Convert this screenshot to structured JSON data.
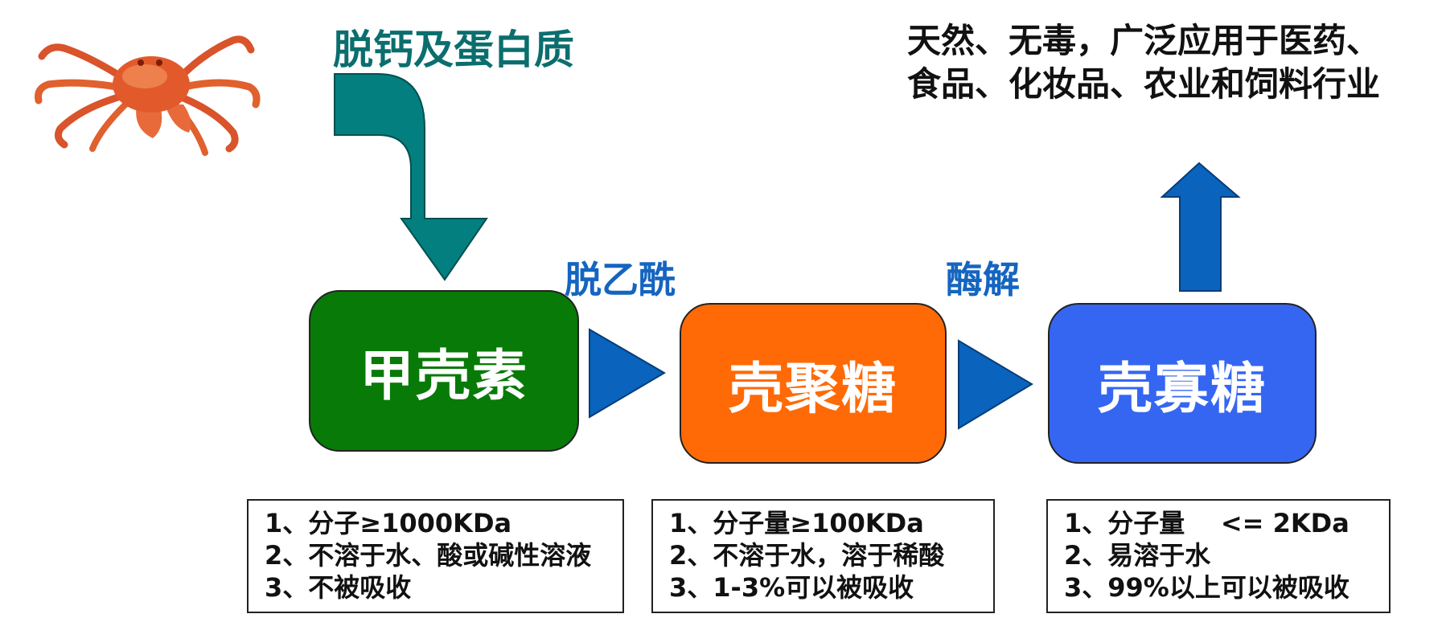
{
  "labels": {
    "decalc": "脱钙及蛋白质",
    "deacetyl": "脱乙酰",
    "enzymolysis": "酶解"
  },
  "top_note": {
    "line1": "天然、无毒，广泛应用于医药、",
    "line2": "食品、化妆品、农业和饲料行业"
  },
  "nodes": [
    {
      "name": "甲壳素",
      "color": "#087a08"
    },
    {
      "name": "壳聚糖",
      "color": "#ff6a06"
    },
    {
      "name": "壳寡糖",
      "color": "#3566f2"
    }
  ],
  "info": [
    [
      "1、分子≥1000KDa",
      "2、不溶于水、酸或碱性溶液",
      "3、不被吸收"
    ],
    [
      "1、分子量≥100KDa",
      "2、不溶于水，溶于稀酸",
      "3、1-3%可以被吸收"
    ],
    [
      "1、分子量    <= 2KDa",
      "2、易溶于水",
      "3、99%以上可以被吸收"
    ]
  ],
  "colors": {
    "teal_arrow": "#047f7f",
    "blue_arrow": "#0a63bd",
    "up_arrow": "#0a63bd"
  }
}
